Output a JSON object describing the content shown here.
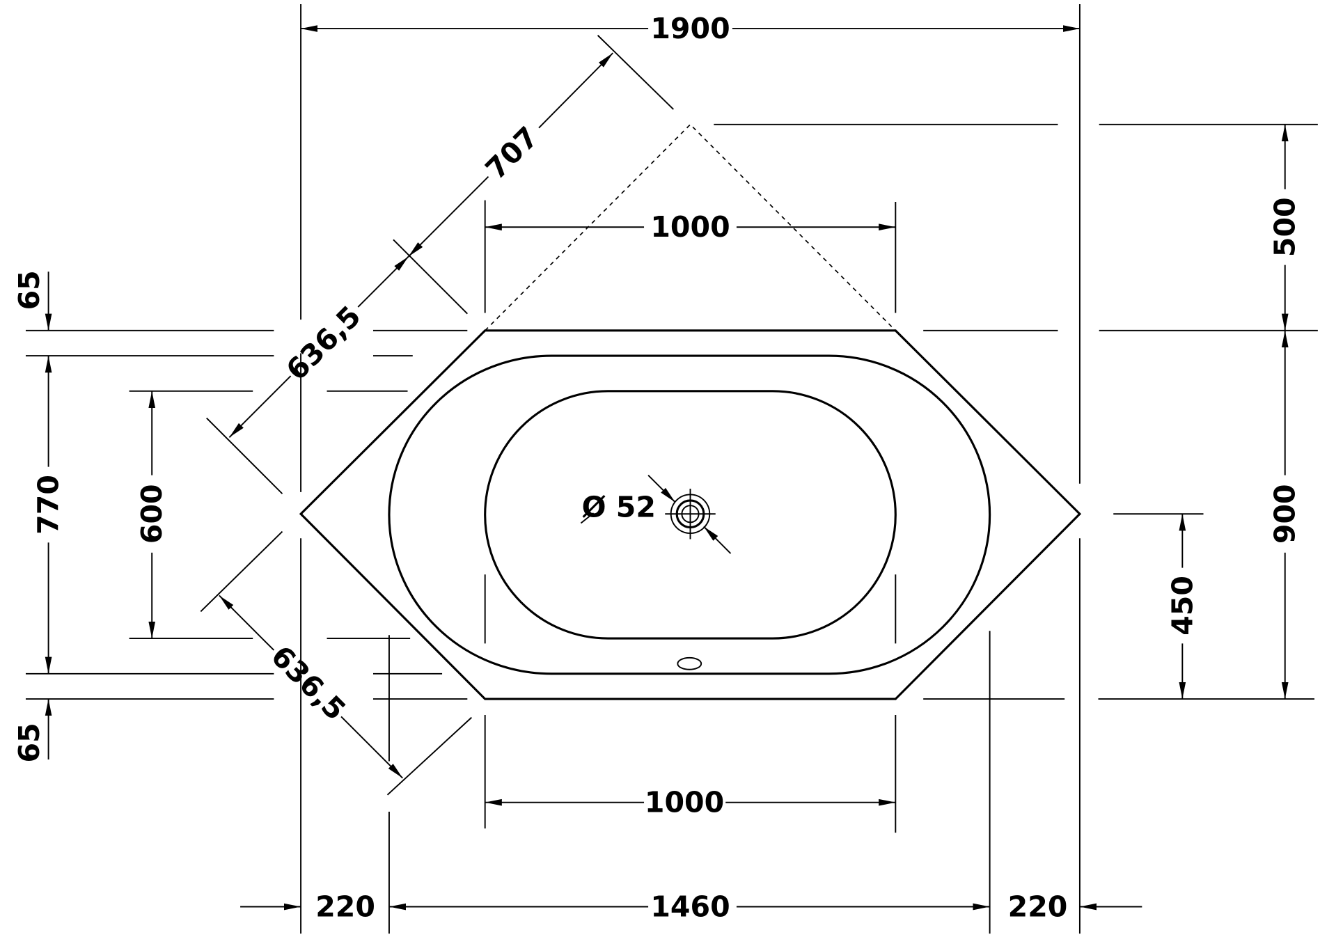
{
  "drawing": {
    "overall_width": "1900",
    "diagonal_corner": "707",
    "top_side_width": "1000",
    "bottom_side_width": "1000",
    "rim_top": "65",
    "rim_bottom": "65",
    "outer_basin_depth": "770",
    "inner_basin_depth": "600",
    "diagonal_side_upper": "636,5",
    "diagonal_side_lower": "636,5",
    "drain_diameter": "Ø 52",
    "corner_height": "500",
    "overall_depth": "900",
    "drain_offset": "450",
    "inner_length": "1460",
    "left_offset": "220",
    "right_offset": "220"
  }
}
